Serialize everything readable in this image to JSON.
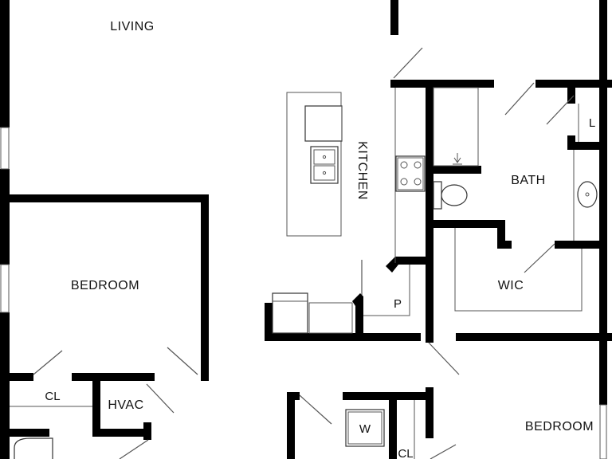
{
  "rooms": {
    "living": "LIVING",
    "kitchen": "KITCHEN",
    "bath": "BATH",
    "linen": "L",
    "bedroom_left": "BEDROOM",
    "wic": "WIC",
    "pantry": "P",
    "closet_left": "CL",
    "hvac": "HVAC",
    "washer": "W",
    "closet_bottom": "CL",
    "bedroom_right": "BEDROOM"
  },
  "colors": {
    "wall": "#000000",
    "line": "#555555",
    "background": "#ffffff"
  }
}
